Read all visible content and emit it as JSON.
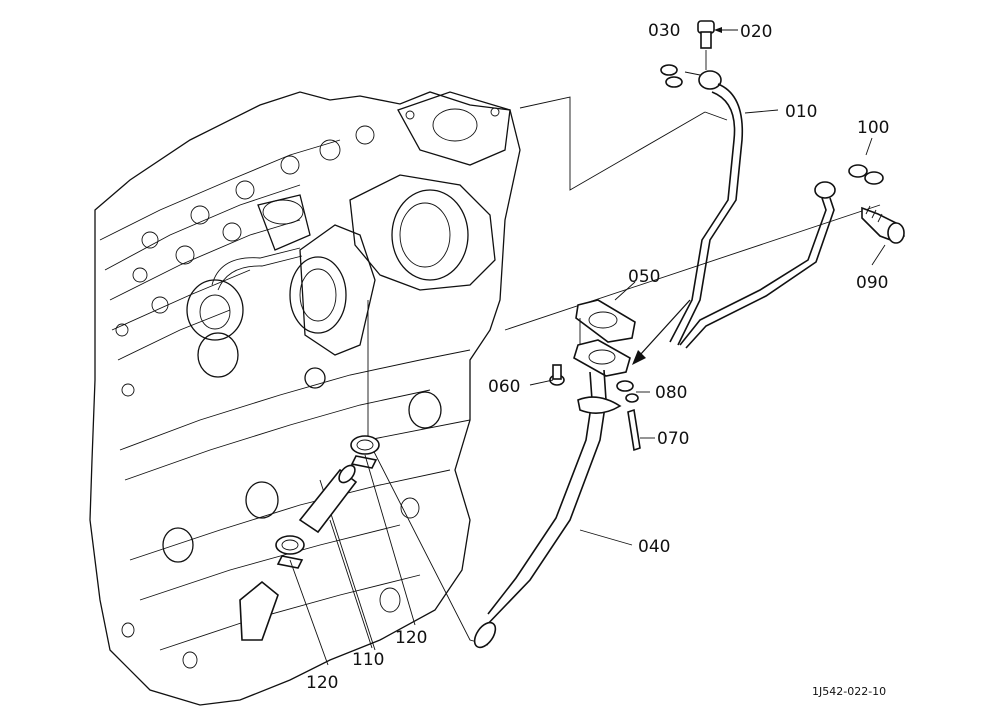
{
  "diagram": {
    "labels": {
      "p010": "010",
      "p020": "020",
      "p030": "030",
      "p040": "040",
      "p050": "050",
      "p060": "060",
      "p070": "070",
      "p080": "080",
      "p090": "090",
      "p100": "100",
      "p110": "110",
      "p120a": "120",
      "p120b": "120"
    },
    "reference": "1J542-022-10"
  }
}
